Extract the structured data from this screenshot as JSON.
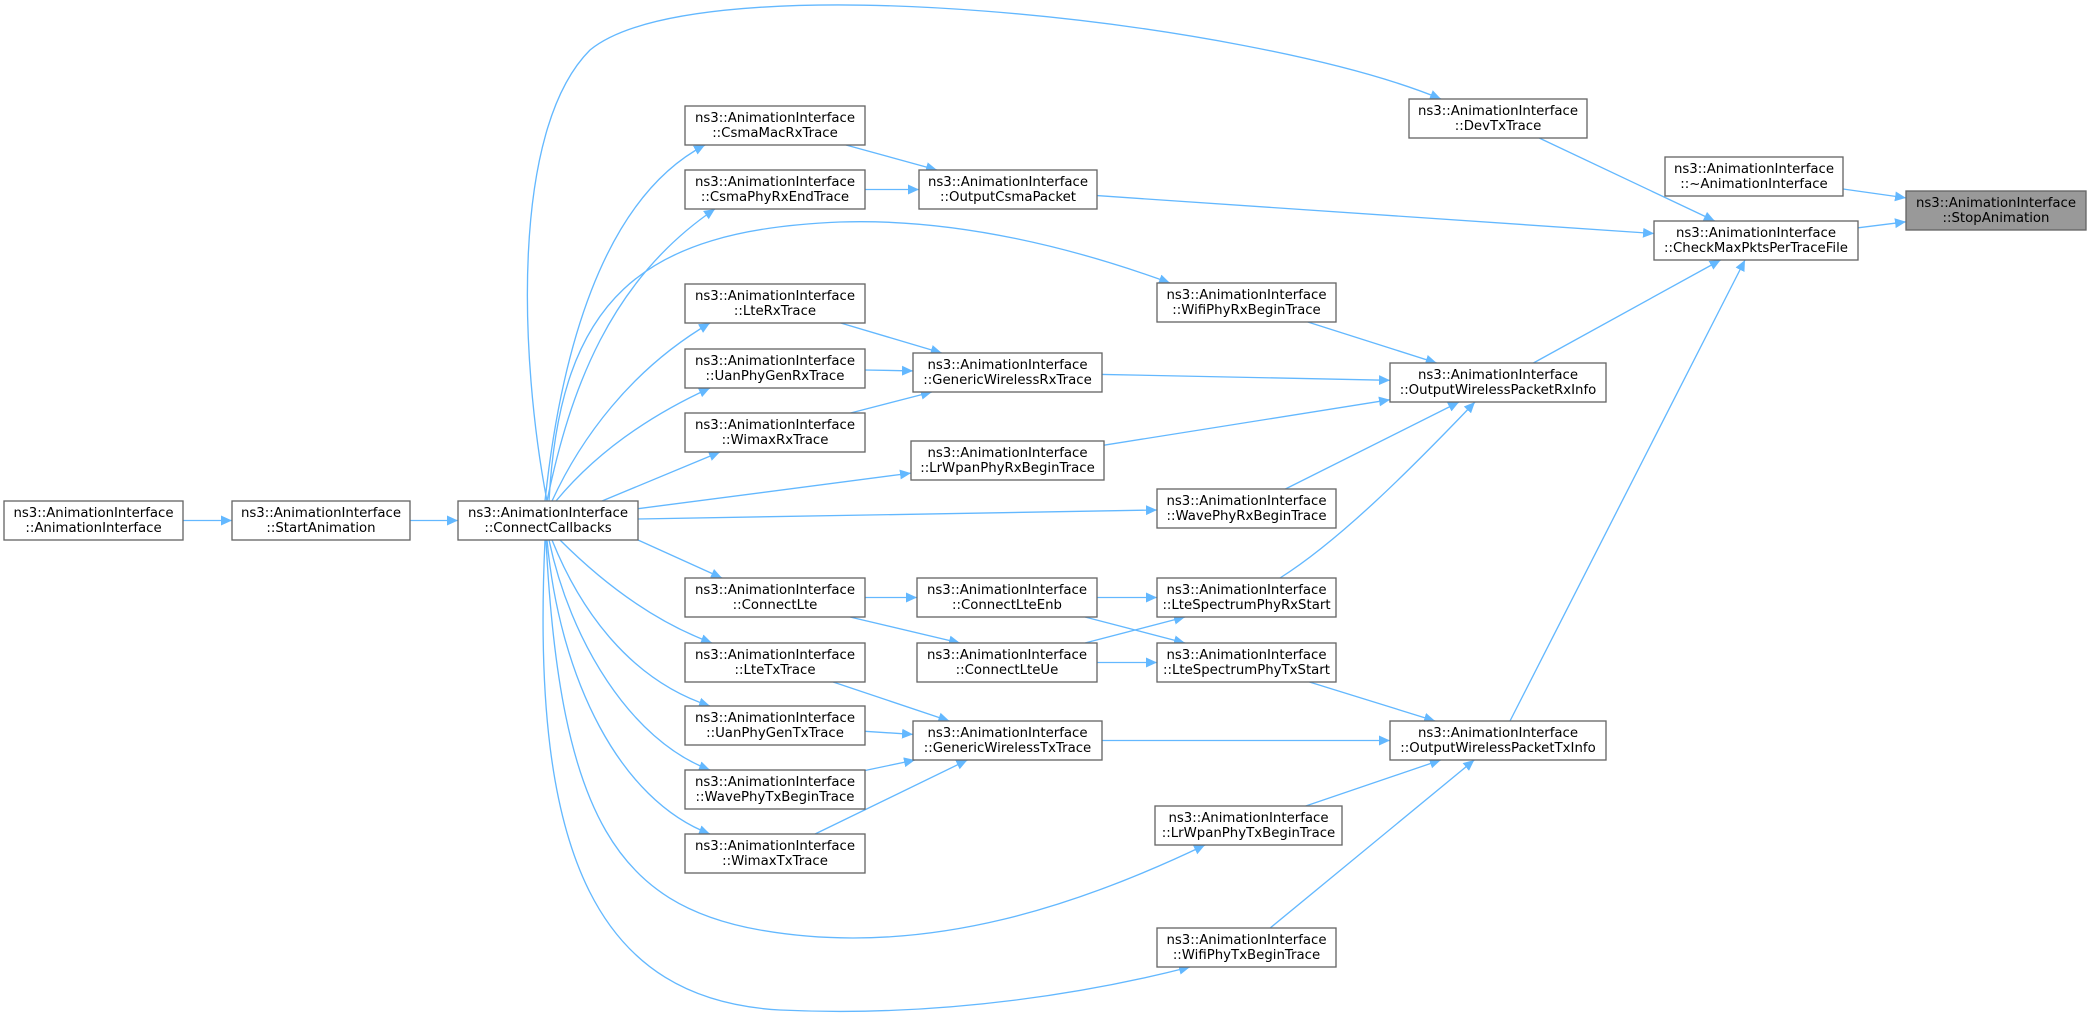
{
  "graph": {
    "edge_color": "#63b8ff",
    "node_border": "#666666",
    "focus_fill": "#999999",
    "nodes": [
      {
        "id": "StopAnimation",
        "lines": [
          "ns3::AnimationInterface",
          "::StopAnimation"
        ],
        "focus": true
      },
      {
        "id": "Destructor",
        "lines": [
          "ns3::AnimationInterface",
          "::~AnimationInterface"
        ]
      },
      {
        "id": "CheckMaxPktsPerTraceFile",
        "lines": [
          "ns3::AnimationInterface",
          "::CheckMaxPktsPerTraceFile"
        ]
      },
      {
        "id": "DevTxTrace",
        "lines": [
          "ns3::AnimationInterface",
          "::DevTxTrace"
        ]
      },
      {
        "id": "OutputCsmaPacket",
        "lines": [
          "ns3::AnimationInterface",
          "::OutputCsmaPacket"
        ]
      },
      {
        "id": "OutputWirelessPacketRxInfo",
        "lines": [
          "ns3::AnimationInterface",
          "::OutputWirelessPacketRxInfo"
        ]
      },
      {
        "id": "OutputWirelessPacketTxInfo",
        "lines": [
          "ns3::AnimationInterface",
          "::OutputWirelessPacketTxInfo"
        ]
      },
      {
        "id": "CsmaMacRxTrace",
        "lines": [
          "ns3::AnimationInterface",
          "::CsmaMacRxTrace"
        ]
      },
      {
        "id": "CsmaPhyRxEndTrace",
        "lines": [
          "ns3::AnimationInterface",
          "::CsmaPhyRxEndTrace"
        ]
      },
      {
        "id": "WifiPhyRxBeginTrace",
        "lines": [
          "ns3::AnimationInterface",
          "::WifiPhyRxBeginTrace"
        ]
      },
      {
        "id": "GenericWirelessRxTrace",
        "lines": [
          "ns3::AnimationInterface",
          "::GenericWirelessRxTrace"
        ]
      },
      {
        "id": "LrWpanPhyRxBeginTrace",
        "lines": [
          "ns3::AnimationInterface",
          "::LrWpanPhyRxBeginTrace"
        ]
      },
      {
        "id": "WavePhyRxBeginTrace",
        "lines": [
          "ns3::AnimationInterface",
          "::WavePhyRxBeginTrace"
        ]
      },
      {
        "id": "LteSpectrumPhyRxStart",
        "lines": [
          "ns3::AnimationInterface",
          "::LteSpectrumPhyRxStart"
        ]
      },
      {
        "id": "LteSpectrumPhyTxStart",
        "lines": [
          "ns3::AnimationInterface",
          "::LteSpectrumPhyTxStart"
        ]
      },
      {
        "id": "GenericWirelessTxTrace",
        "lines": [
          "ns3::AnimationInterface",
          "::GenericWirelessTxTrace"
        ]
      },
      {
        "id": "LrWpanPhyTxBeginTrace",
        "lines": [
          "ns3::AnimationInterface",
          "::LrWpanPhyTxBeginTrace"
        ]
      },
      {
        "id": "WifiPhyTxBeginTrace",
        "lines": [
          "ns3::AnimationInterface",
          "::WifiPhyTxBeginTrace"
        ]
      },
      {
        "id": "LteRxTrace",
        "lines": [
          "ns3::AnimationInterface",
          "::LteRxTrace"
        ]
      },
      {
        "id": "UanPhyGenRxTrace",
        "lines": [
          "ns3::AnimationInterface",
          "::UanPhyGenRxTrace"
        ]
      },
      {
        "id": "WimaxRxTrace",
        "lines": [
          "ns3::AnimationInterface",
          "::WimaxRxTrace"
        ]
      },
      {
        "id": "ConnectLte",
        "lines": [
          "ns3::AnimationInterface",
          "::ConnectLte"
        ]
      },
      {
        "id": "ConnectLteEnb",
        "lines": [
          "ns3::AnimationInterface",
          "::ConnectLteEnb"
        ]
      },
      {
        "id": "ConnectLteUe",
        "lines": [
          "ns3::AnimationInterface",
          "::ConnectLteUe"
        ]
      },
      {
        "id": "LteTxTrace",
        "lines": [
          "ns3::AnimationInterface",
          "::LteTxTrace"
        ]
      },
      {
        "id": "UanPhyGenTxTrace",
        "lines": [
          "ns3::AnimationInterface",
          "::UanPhyGenTxTrace"
        ]
      },
      {
        "id": "WavePhyTxBeginTrace",
        "lines": [
          "ns3::AnimationInterface",
          "::WavePhyTxBeginTrace"
        ]
      },
      {
        "id": "WimaxTxTrace",
        "lines": [
          "ns3::AnimationInterface",
          "::WimaxTxTrace"
        ]
      },
      {
        "id": "ConnectCallbacks",
        "lines": [
          "ns3::AnimationInterface",
          "::ConnectCallbacks"
        ]
      },
      {
        "id": "StartAnimation",
        "lines": [
          "ns3::AnimationInterface",
          "::StartAnimation"
        ]
      },
      {
        "id": "Constructor",
        "lines": [
          "ns3::AnimationInterface",
          "::AnimationInterface"
        ]
      }
    ],
    "edges": [
      [
        "Destructor",
        "StopAnimation"
      ],
      [
        "CheckMaxPktsPerTraceFile",
        "StopAnimation"
      ],
      [
        "DevTxTrace",
        "CheckMaxPktsPerTraceFile"
      ],
      [
        "OutputCsmaPacket",
        "CheckMaxPktsPerTraceFile"
      ],
      [
        "OutputWirelessPacketRxInfo",
        "CheckMaxPktsPerTraceFile"
      ],
      [
        "OutputWirelessPacketTxInfo",
        "CheckMaxPktsPerTraceFile"
      ],
      [
        "ConnectCallbacks",
        "DevTxTrace"
      ],
      [
        "CsmaMacRxTrace",
        "OutputCsmaPacket"
      ],
      [
        "CsmaPhyRxEndTrace",
        "OutputCsmaPacket"
      ],
      [
        "ConnectCallbacks",
        "CsmaMacRxTrace"
      ],
      [
        "ConnectCallbacks",
        "CsmaPhyRxEndTrace"
      ],
      [
        "WifiPhyRxBeginTrace",
        "OutputWirelessPacketRxInfo"
      ],
      [
        "GenericWirelessRxTrace",
        "OutputWirelessPacketRxInfo"
      ],
      [
        "LrWpanPhyRxBeginTrace",
        "OutputWirelessPacketRxInfo"
      ],
      [
        "WavePhyRxBeginTrace",
        "OutputWirelessPacketRxInfo"
      ],
      [
        "LteSpectrumPhyRxStart",
        "OutputWirelessPacketRxInfo"
      ],
      [
        "ConnectCallbacks",
        "WifiPhyRxBeginTrace"
      ],
      [
        "LteRxTrace",
        "GenericWirelessRxTrace"
      ],
      [
        "UanPhyGenRxTrace",
        "GenericWirelessRxTrace"
      ],
      [
        "WimaxRxTrace",
        "GenericWirelessRxTrace"
      ],
      [
        "ConnectCallbacks",
        "LteRxTrace"
      ],
      [
        "ConnectCallbacks",
        "UanPhyGenRxTrace"
      ],
      [
        "ConnectCallbacks",
        "WimaxRxTrace"
      ],
      [
        "ConnectCallbacks",
        "LrWpanPhyRxBeginTrace"
      ],
      [
        "ConnectCallbacks",
        "WavePhyRxBeginTrace"
      ],
      [
        "ConnectLteEnb",
        "LteSpectrumPhyRxStart"
      ],
      [
        "ConnectLteUe",
        "LteSpectrumPhyRxStart"
      ],
      [
        "ConnectLte",
        "ConnectLteEnb"
      ],
      [
        "ConnectLte",
        "ConnectLteUe"
      ],
      [
        "ConnectCallbacks",
        "ConnectLte"
      ],
      [
        "ConnectLteEnb",
        "LteSpectrumPhyTxStart"
      ],
      [
        "ConnectLteUe",
        "LteSpectrumPhyTxStart"
      ],
      [
        "LteSpectrumPhyTxStart",
        "OutputWirelessPacketTxInfo"
      ],
      [
        "GenericWirelessTxTrace",
        "OutputWirelessPacketTxInfo"
      ],
      [
        "LrWpanPhyTxBeginTrace",
        "OutputWirelessPacketTxInfo"
      ],
      [
        "WifiPhyTxBeginTrace",
        "OutputWirelessPacketTxInfo"
      ],
      [
        "LteTxTrace",
        "GenericWirelessTxTrace"
      ],
      [
        "UanPhyGenTxTrace",
        "GenericWirelessTxTrace"
      ],
      [
        "WavePhyTxBeginTrace",
        "GenericWirelessTxTrace"
      ],
      [
        "WimaxTxTrace",
        "GenericWirelessTxTrace"
      ],
      [
        "ConnectCallbacks",
        "LteTxTrace"
      ],
      [
        "ConnectCallbacks",
        "UanPhyGenTxTrace"
      ],
      [
        "ConnectCallbacks",
        "WavePhyTxBeginTrace"
      ],
      [
        "ConnectCallbacks",
        "WimaxTxTrace"
      ],
      [
        "ConnectCallbacks",
        "LrWpanPhyTxBeginTrace"
      ],
      [
        "ConnectCallbacks",
        "WifiPhyTxBeginTrace"
      ],
      [
        "StartAnimation",
        "ConnectCallbacks"
      ],
      [
        "Constructor",
        "StartAnimation"
      ]
    ]
  }
}
